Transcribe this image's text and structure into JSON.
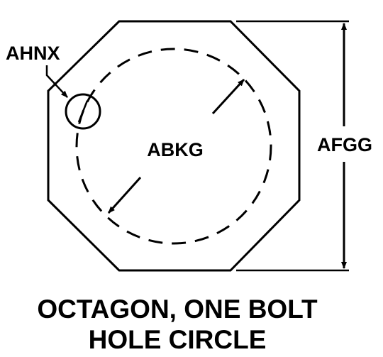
{
  "labels": {
    "hole_diameter": "AHNX",
    "bolt_circle_diameter": "ABKG",
    "across_flats": "AFGG"
  },
  "caption": {
    "line1": "OCTAGON, ONE BOLT",
    "line2": "HOLE CIRCLE"
  },
  "colors": {
    "ink": "#000000",
    "background": "#ffffff"
  }
}
